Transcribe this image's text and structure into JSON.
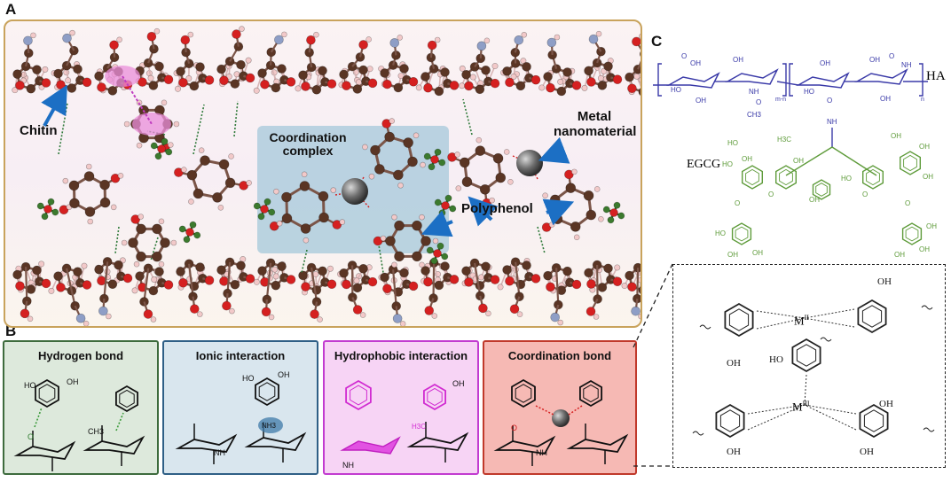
{
  "figure": {
    "panel_a_letter": "A",
    "panel_b_letter": "B",
    "panel_c_letter": "C"
  },
  "panel_a": {
    "chitin_label": "Chitin",
    "coordination_label_line1": "Coordination",
    "coordination_label_line2": "complex",
    "metal_label_line1": "Metal",
    "metal_label_line2": "nanomaterial",
    "polyphenol_label": "Polyphenol"
  },
  "panel_b": {
    "cards": [
      {
        "title": "Hydrogen bond",
        "bg": "#dde9dc",
        "border": "#3d6b3d"
      },
      {
        "title": "Ionic interaction",
        "bg": "#d9e6ee",
        "border": "#2f5f86"
      },
      {
        "title": "Hydrophobic interaction",
        "bg": "#f7d4f5",
        "border": "#c23bd0"
      },
      {
        "title": "Coordination bond",
        "bg": "#f6b9b4",
        "border": "#c0392b"
      }
    ],
    "ionic_group": "NH3",
    "coord_left_metal": "M",
    "coord_left_sup": "II",
    "coord_right_metal": "M",
    "coord_right_sup": "III",
    "oh": "OH",
    "o": "O",
    "ho": "HO"
  },
  "panel_c": {
    "ha_label": "HA",
    "egcg_label": "EGCG",
    "mn_label": "m-n",
    "n_label": "n",
    "oh": "OH",
    "ho": "HO",
    "o": "O",
    "nh": "NH",
    "ch3": "CH",
    "ch3_sub": "3",
    "h3c": "H3C",
    "cooh_o": "O"
  },
  "colors": {
    "ha_blue": "#3a3aa8",
    "egcg_green": "#5e9b3a",
    "carbon_brown": "#5a3524",
    "oxygen_red": "#d52020",
    "hydrogen_pink": "#f2c9c9",
    "nitrogen_blue": "#8e9ec6",
    "arrow_blue": "#1c6fc4",
    "metal_grey": "#707070",
    "complex_box": "#9fc6d8"
  }
}
